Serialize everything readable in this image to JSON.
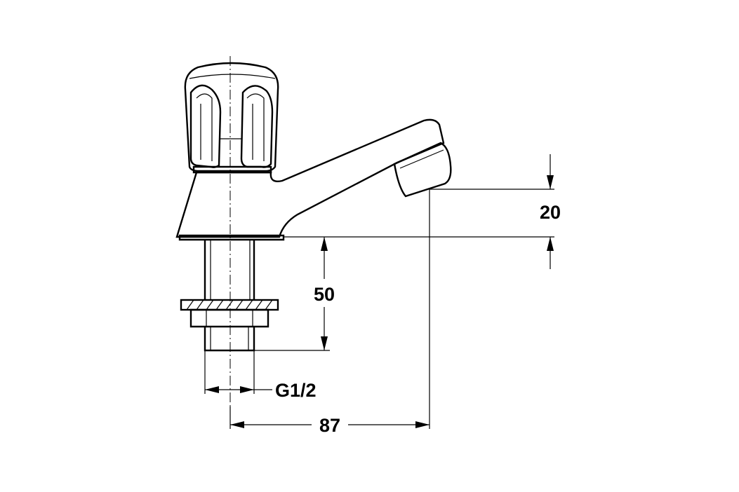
{
  "diagram": {
    "subject": "faucet-technical-drawing",
    "dimensions": [
      {
        "id": "spout-height",
        "label": "20"
      },
      {
        "id": "shank-length",
        "label": "50"
      },
      {
        "id": "thread-size",
        "label": "G1/2"
      },
      {
        "id": "spout-reach",
        "label": "87"
      }
    ]
  }
}
